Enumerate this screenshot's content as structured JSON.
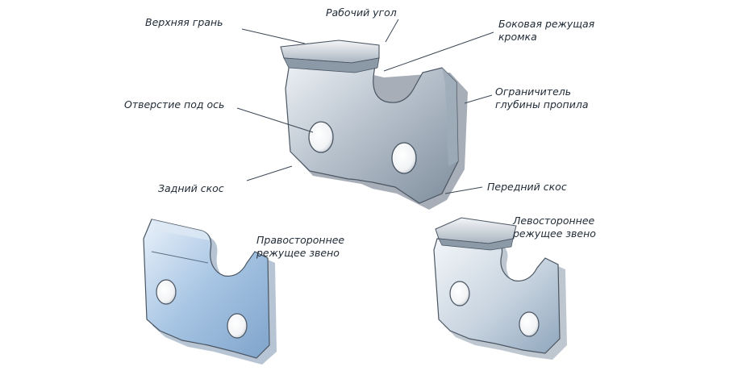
{
  "labels": {
    "top_plate": "Верхняя грань",
    "working_angle": "Рабочий угол",
    "side_edge_line1": "Боковая режущая",
    "side_edge_line2": "кромка",
    "depth_limiter_line1": "Ограничитель",
    "depth_limiter_line2": "глубины пропила",
    "axle_hole": "Отверстие под ось",
    "rear_bevel": "Задний скос",
    "front_bevel": "Передний скос",
    "right_link_line1": "Правостороннее",
    "right_link_line2": "режущее звено",
    "left_link_line1": "Левостороннее",
    "left_link_line2": "режущее звено"
  },
  "colors": {
    "metal_light": "#e6ecf2",
    "metal_mid": "#aab6c3",
    "metal_dark": "#6d7b8b",
    "outline": "#4a5562",
    "blue_tint": "#9fc2e6",
    "text": "#1f2a36"
  }
}
